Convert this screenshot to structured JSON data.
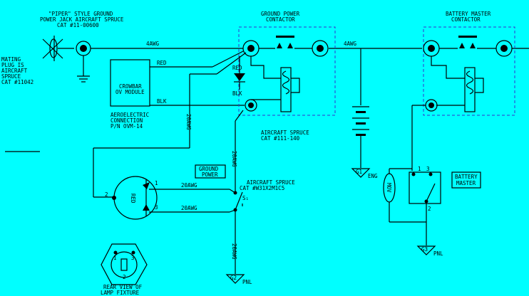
{
  "labels": {
    "piper_jack": [
      "\"PIPER\" STYLE GROUND",
      "POWER JACK AIRCRAFT SPRUCE",
      "CAT #11-00600"
    ],
    "mating_plug": [
      "MATING",
      "PLUG IS",
      "AIRCRAFT",
      "SPRUCE",
      "CAT #11042"
    ],
    "crowbar": [
      "CROWBAR",
      "OV MODULE"
    ],
    "aeroelectric": [
      "AEROELECTRIC",
      "CONNECTION",
      "P/N OVM-14"
    ],
    "ground_power_contactor": [
      "GROUND POWER",
      "CONTACTOR"
    ],
    "battery_master_contactor": [
      "BATTERY MASTER",
      "CONTACTOR"
    ],
    "aircraft_spruce_111": [
      "AIRCRAFT SPRUCE",
      "CAT #111-140"
    ],
    "ground_power_box": [
      "GROUND",
      "POWER"
    ],
    "aircraft_spruce_switch": [
      "AIRCRAFT SPRUCE",
      "CAT #W31X2M1C5"
    ],
    "battery_master_box": [
      "BATTERY",
      "MASTER"
    ],
    "rear_view": [
      "REAR VIEW OF",
      "LAMP FIXTURE"
    ]
  },
  "wires": {
    "awg4_left": "4AWG",
    "awg4_right": "4AWG",
    "red": "RED",
    "blk": "BLK",
    "red_diode": "RED",
    "blk_diode": "BLK",
    "awg20_vert_left": "20AWG",
    "awg20_vert_mid": "20AWG",
    "awg20_lamp1": "20AWG",
    "awg20_lamp3": "20AWG",
    "awg20_pnl": "20AWG"
  },
  "pins": {
    "lamp_1": "1",
    "lamp_2": "2",
    "lamp_3": "3",
    "lamp_text": "RED",
    "switch_s": "S₁",
    "bm_1": "1",
    "bm_2": "2",
    "bm_3": "3",
    "mov": "MOV",
    "fixture_1": "1",
    "fixture_3": "3",
    "fixture_2": "2"
  },
  "grounds": {
    "g1_code": "G1",
    "g1_label": "ENG",
    "g2_code": "G2",
    "g2_label": "PNL",
    "g3_code": "G3",
    "g3_label": "PNL"
  }
}
